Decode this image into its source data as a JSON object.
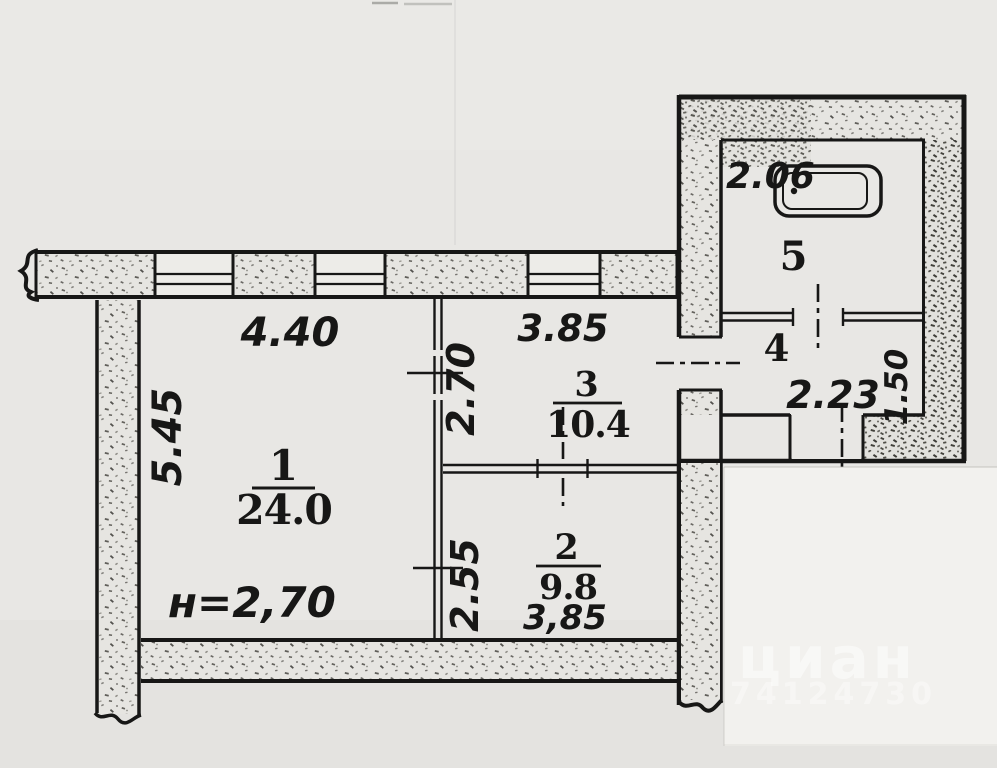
{
  "floor_plan": {
    "dims": {
      "room1_width": "4.40",
      "room1_depth": "5.45",
      "room3_width": "3.85",
      "room3_depth": "2.70",
      "room2_depth": "2.55",
      "room2_width": "3,85",
      "bath_width": "2.06",
      "room4_width": "2.23",
      "room4_niche": "1.50"
    },
    "ceiling_height": "н=2,70",
    "rooms": {
      "r1": {
        "num": "1",
        "area": "24.0"
      },
      "r2": {
        "num": "2",
        "area": "9.8"
      },
      "r3": {
        "num": "3",
        "area": "10.4"
      },
      "r4": {
        "num": "4"
      },
      "r5": {
        "num": "5"
      }
    },
    "watermark": {
      "brand": "циан",
      "number": "74124730"
    }
  }
}
